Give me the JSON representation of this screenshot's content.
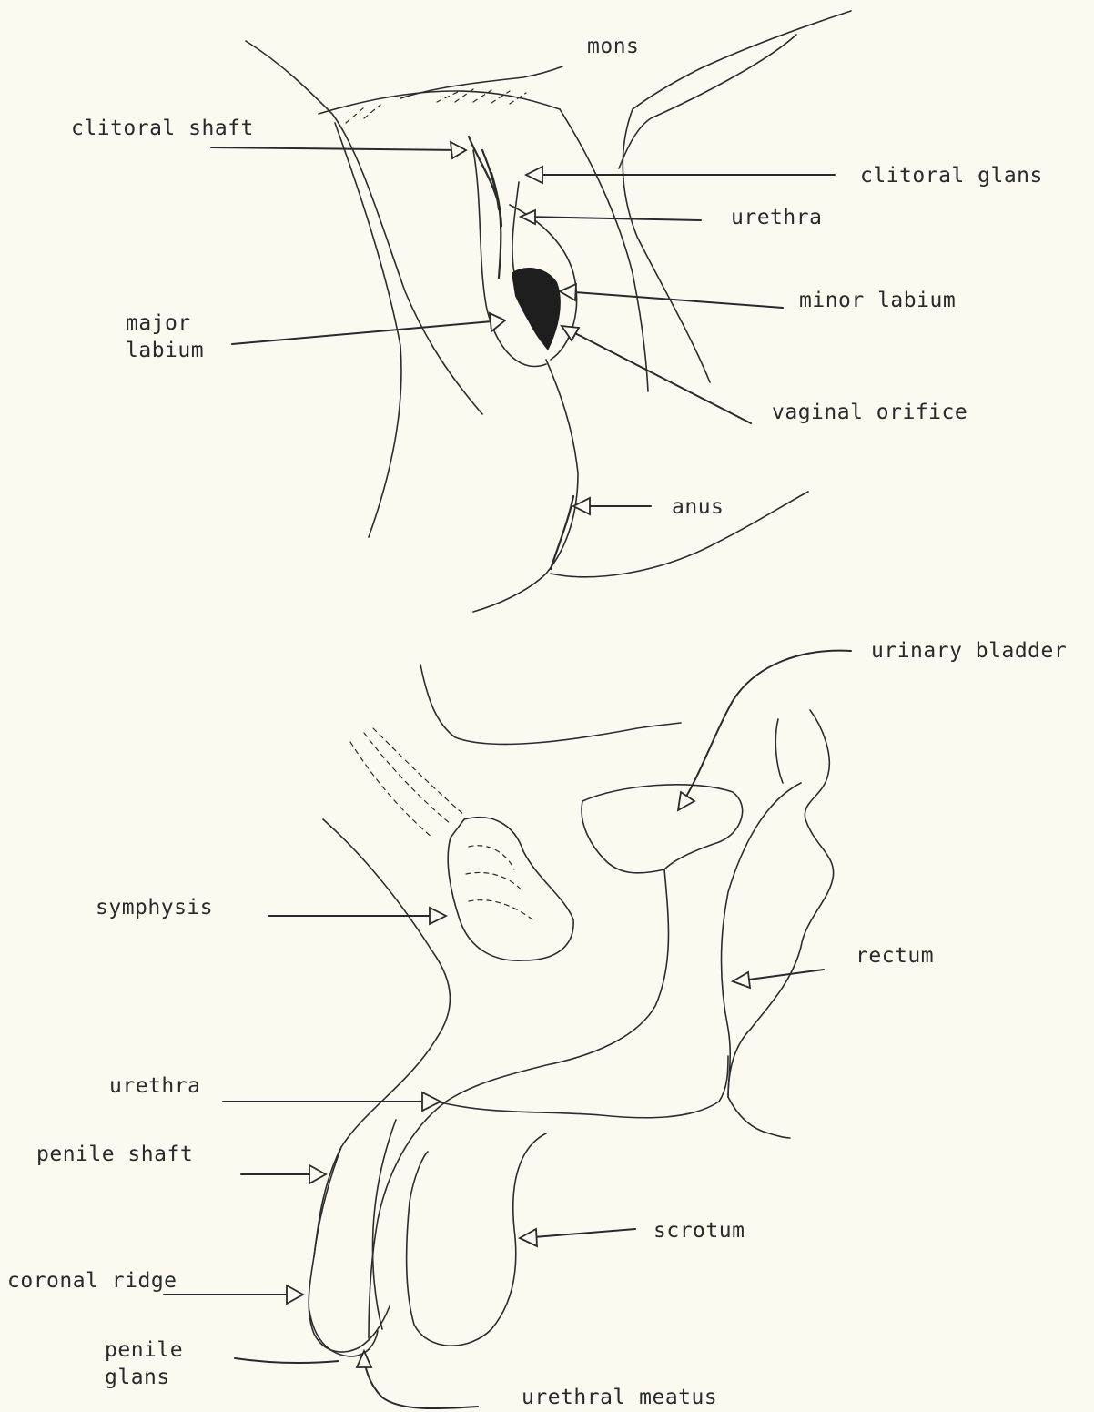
{
  "labels": {
    "mons": "mons",
    "clitoral_shaft": "clitoral shaft",
    "clitoral_glans": "clitoral glans",
    "urethra_female": "urethra",
    "minor_labium": "minor labium",
    "major_labium": "major\nlabium",
    "vaginal_orifice": "vaginal orifice",
    "anus": "anus",
    "urinary_bladder": "urinary bladder",
    "symphysis": "symphysis",
    "rectum": "rectum",
    "urethra_male": "urethra",
    "penile_shaft": "penile shaft",
    "scrotum": "scrotum",
    "coronal_ridge": "coronal ridge",
    "penile_glans": "penile\nglans",
    "urethral_meatus": "urethral meatus"
  },
  "colors": {
    "paper": "#fbf9f0",
    "ink": "#2a2a2a"
  }
}
